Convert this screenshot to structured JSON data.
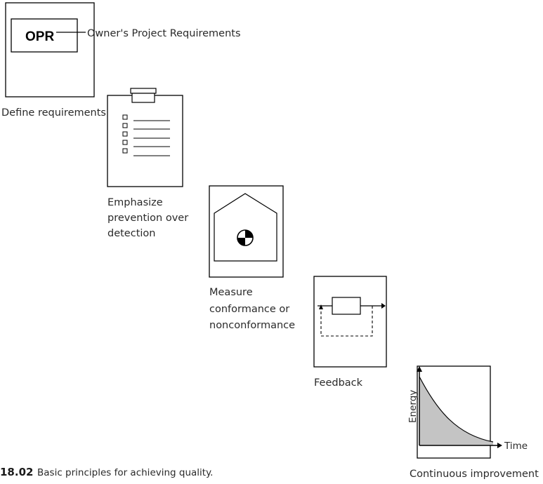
{
  "opr_box": {
    "acronym": "OPR",
    "expansion": "Owner's Project Requirements"
  },
  "steps": [
    {
      "lines": [
        "Define requirements"
      ]
    },
    {
      "lines": [
        "Emphasize",
        "prevention over",
        "detection"
      ]
    },
    {
      "lines": [
        "Measure",
        "conformance or",
        "nonconformance"
      ]
    },
    {
      "lines": [
        "Feedback"
      ]
    },
    {
      "lines": [
        "Continuous improvement"
      ]
    }
  ],
  "energy_graph": {
    "y_axis_label": "Energy",
    "x_axis_label": "Time"
  },
  "caption": {
    "figure_number": "18.02",
    "text": "Basic principles for achieving quality."
  }
}
